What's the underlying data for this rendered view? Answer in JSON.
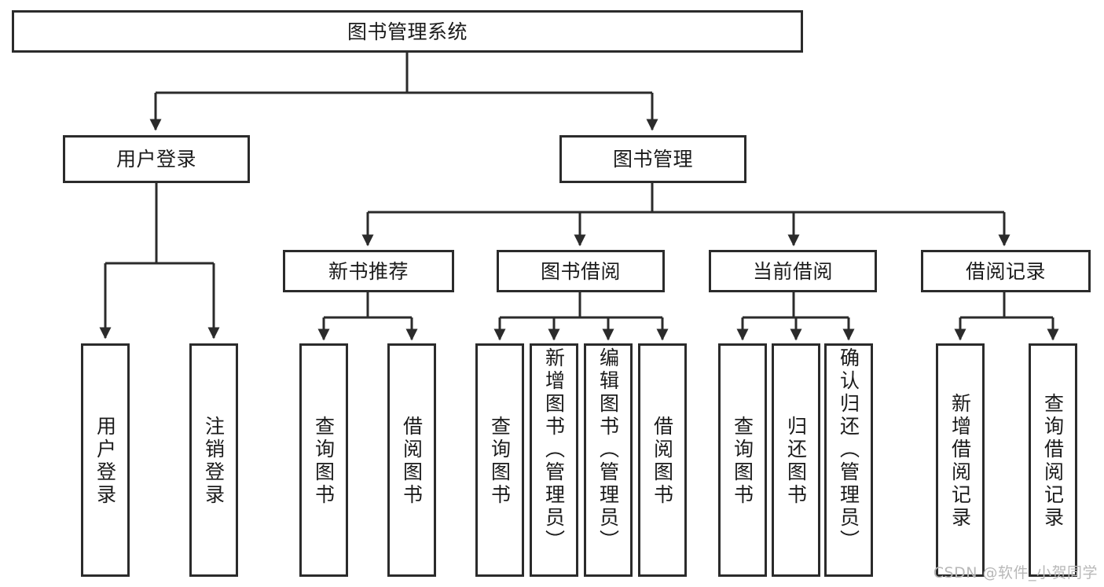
{
  "diagram": {
    "title": "图书管理系统",
    "type": "tree-hierarchy-diagram",
    "colors": {
      "stroke": "#2b2b2b",
      "fill": "#ffffff",
      "text": "#1b1b1b",
      "watermark": "#b8b8b8"
    },
    "root": {
      "label": "图书管理系统"
    },
    "level2": [
      {
        "label": "用户登录"
      },
      {
        "label": "图书管理"
      }
    ],
    "level3": [
      {
        "label": "新书推荐"
      },
      {
        "label": "图书借阅"
      },
      {
        "label": "当前借阅"
      },
      {
        "label": "借阅记录"
      }
    ],
    "leaves": {
      "user_login": [
        {
          "label": "用户登录"
        },
        {
          "label": "注销登录"
        }
      ],
      "new_book_recommend": [
        {
          "label": "查询图书"
        },
        {
          "label": "借阅图书"
        }
      ],
      "book_borrow": [
        {
          "label": "查询图书"
        },
        {
          "label": "新增图书（管理员）"
        },
        {
          "label": "编辑图书（管理员）"
        },
        {
          "label": "借阅图书"
        }
      ],
      "current_borrow": [
        {
          "label": "查询图书"
        },
        {
          "label": "归还图书"
        },
        {
          "label": "确认归还（管理员）"
        }
      ],
      "borrow_record": [
        {
          "label": "新增借阅记录"
        },
        {
          "label": "查询借阅记录"
        }
      ]
    },
    "watermark": "CSDN @软件_小贺同学"
  }
}
